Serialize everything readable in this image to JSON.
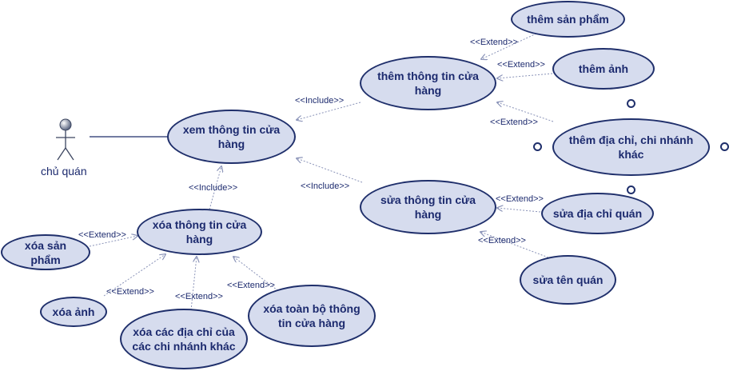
{
  "actor": {
    "label": "chủ quán"
  },
  "use_cases": {
    "xem": "xem thông tin cửa hàng",
    "them_tt": "thêm thông tin cửa hàng",
    "sua_tt": "sửa thông tin cửa hàng",
    "xoa_tt": "xóa thông tin cửa hàng",
    "them_sp": "thêm sản phẩm",
    "them_anh": "thêm ảnh",
    "them_dc": "thêm địa chỉ, chi nhánh khác",
    "sua_dc": "sửa địa chỉ quán",
    "sua_ten": "sửa tên quán",
    "xoa_sp": "xóa sản phẩm",
    "xoa_anh": "xóa ảnh",
    "xoa_dc": "xóa các địa chỉ của các chi nhánh khác",
    "xoa_tb": "xóa toàn bộ thông tin cửa hàng"
  },
  "relations": {
    "include": "<<Include>>",
    "extend": "<<Extend>>"
  },
  "colors": {
    "line": "#1f2f6b",
    "fill": "#d6dcee",
    "text": "#1c2a6e",
    "connector": "#8a93b8"
  }
}
